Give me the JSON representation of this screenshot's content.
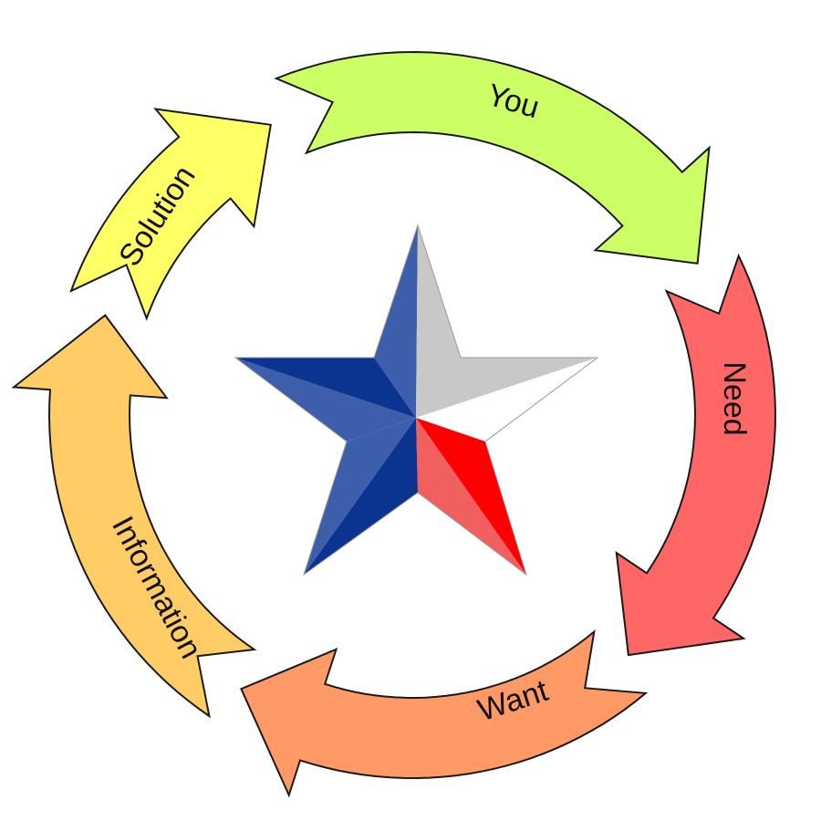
{
  "cycle": {
    "steps": [
      {
        "label": "You",
        "color": "#ccff66"
      },
      {
        "label": "Need",
        "color": "#ff6666"
      },
      {
        "label": "Want",
        "color": "#ff9966"
      },
      {
        "label": "Information",
        "color": "#ffcc66"
      },
      {
        "label": "Solution",
        "color": "#ffff66"
      }
    ]
  },
  "star": {
    "colors": {
      "blue_dark": "#0b3390",
      "blue_light": "#3d5eab",
      "gray_dark": "#c8c8c8",
      "gray_light": "#ffffff",
      "red_dark": "#ff0000",
      "red_light": "#f25f5f"
    }
  }
}
